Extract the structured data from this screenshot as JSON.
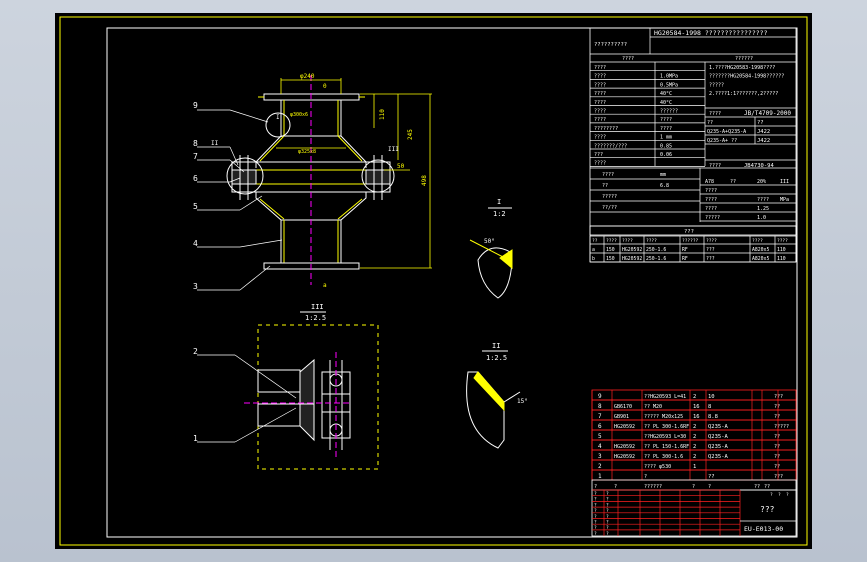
{
  "drawing": {
    "number": "EU-E013-00",
    "title_text": "???",
    "view_a_label": "a",
    "header": {
      "standard": "HG20584-1998 ????????????????",
      "left_label": "??????????"
    },
    "design_table": {
      "col_left": "????",
      "col_right": "??????",
      "rows": [
        {
          "k": "????",
          "v": "",
          "r": "1.????HG20583-1998????"
        },
        {
          "k": "????",
          "v": "1.0MPa",
          "r": "???????HG20584-1998??????"
        },
        {
          "k": "????",
          "v": "0.5MPa",
          "r": "?????"
        },
        {
          "k": "????",
          "v": "40°C",
          "r": "2.????1:1???????,2?????"
        },
        {
          "k": "????",
          "v": "40°C",
          "r": ""
        },
        {
          "k": "????",
          "v": "??????",
          "r": ""
        },
        {
          "k": "????",
          "v": "????",
          "r": ""
        },
        {
          "k": "????????",
          "v": "????",
          "r": ""
        },
        {
          "k": "????",
          "v": "1 mm",
          "r": ""
        },
        {
          "k": "???????/???",
          "v": "0.85",
          "r": ""
        },
        {
          "k": "???",
          "v": "0.06",
          "r": ""
        },
        {
          "k": "????",
          "v": "",
          "r": ""
        }
      ]
    },
    "weld_table": {
      "head_left": "????",
      "head_right": "JB/T4709-2000",
      "rows": [
        {
          "a": "??",
          "b": "??"
        },
        {
          "a": "Q235-A+Q235-A",
          "b": "J422"
        },
        {
          "a": "Q235-A+ ??",
          "b": "J422"
        }
      ],
      "foot_left": "????",
      "foot_right": "JB4730-94"
    },
    "test_table": {
      "left": [
        {
          "a": "????",
          "b": "mm"
        },
        {
          "a": "??",
          "b": "6.8"
        },
        {
          "a": "?????",
          "b": ""
        },
        {
          "a": "??/??",
          "b": ""
        }
      ],
      "right": [
        {
          "a": "A78",
          "b": "??",
          "c": "20%",
          "d": "III"
        },
        {
          "a": "????",
          "b": "",
          "c": "",
          "d": ""
        },
        {
          "a": "????",
          "b": "",
          "c": "????",
          "d": "MPa"
        },
        {
          "a": "????",
          "b": "",
          "c": "1.25",
          "d": ""
        },
        {
          "a": "?????",
          "b": "",
          "c": "1.0",
          "d": ""
        }
      ]
    },
    "nozzle_table": {
      "title": "???",
      "headers": [
        "??",
        "????",
        "????",
        "????",
        "??????",
        "????",
        "????",
        "????"
      ],
      "rows": [
        [
          "a",
          "150",
          "HG20592",
          "250-1.6",
          "RF",
          "???",
          "A820x5",
          "110"
        ],
        [
          "b",
          "150",
          "HG20592",
          "250-1.6",
          "RF",
          "???",
          "A820x5",
          "110"
        ]
      ]
    },
    "parts": [
      {
        "no": "9",
        "code": "",
        "name": "??HG20593 L=41",
        "qty": "2",
        "mat": "10",
        "unit": "",
        "total": "???"
      },
      {
        "no": "8",
        "code": "GB6170",
        "name": "?? M20",
        "qty": "16",
        "mat": "8",
        "unit": "",
        "total": "??"
      },
      {
        "no": "7",
        "code": "GB901",
        "name": "????? M20x125",
        "qty": "16",
        "mat": "8.8",
        "unit": "",
        "total": "??"
      },
      {
        "no": "6",
        "code": "HG20592",
        "name": "?? PL 300-1.6RF",
        "qty": "2",
        "mat": "Q235-A",
        "unit": "",
        "total": "?????"
      },
      {
        "no": "5",
        "code": "",
        "name": "??HG20593 L=30",
        "qty": "2",
        "mat": "Q235-A",
        "unit": "",
        "total": "??"
      },
      {
        "no": "4",
        "code": "HG20592",
        "name": "?? PL 150-1.6RF",
        "qty": "2",
        "mat": "Q235-A",
        "unit": "",
        "total": "??"
      },
      {
        "no": "3",
        "code": "HG20592",
        "name": "?? PL 300-1.6",
        "qty": "2",
        "mat": "Q235-A",
        "unit": "",
        "total": "??"
      },
      {
        "no": "2",
        "code": "",
        "name": "???? φ530",
        "qty": "1",
        "mat": "",
        "unit": "",
        "total": "??"
      },
      {
        "no": "1",
        "code": "",
        "name": "?",
        "qty": "",
        "mat": "??",
        "unit": "",
        "total": "???"
      }
    ],
    "bom_header": [
      "?",
      "?",
      "??????",
      "?",
      "?",
      "??",
      "??"
    ],
    "title_block_left": [
      "?",
      "?",
      "?",
      "?",
      "?",
      "?",
      "?",
      "?"
    ],
    "title_block_small": [
      "?",
      "?",
      "?"
    ],
    "main_dims": {
      "d_top": "φ240",
      "d_mid": "φ300x6",
      "d_mid2": "φ325x8",
      "h1": "110",
      "h2": "245",
      "h3": "498",
      "h4": "50",
      "center": "0"
    },
    "balloons": [
      "9",
      "8",
      "7",
      "6",
      "5",
      "4",
      "3"
    ],
    "detail_b_balloons": [
      "2",
      "1"
    ],
    "view_labels": {
      "det_I": "I",
      "det_I_scale": "1:2",
      "det_II": "II",
      "det_II_scale": "1:2.5",
      "det_III": "III",
      "det_III_scale": "1:2.5",
      "angle1": "50°",
      "angle2": "15°"
    },
    "colors": {
      "yellow": "#ffff00",
      "white": "#ffffff",
      "red": "#ff2020",
      "magenta": "#ff00ff",
      "green": "#00ff00",
      "cyan": "#00ffff",
      "frame": "#ffff00"
    }
  }
}
